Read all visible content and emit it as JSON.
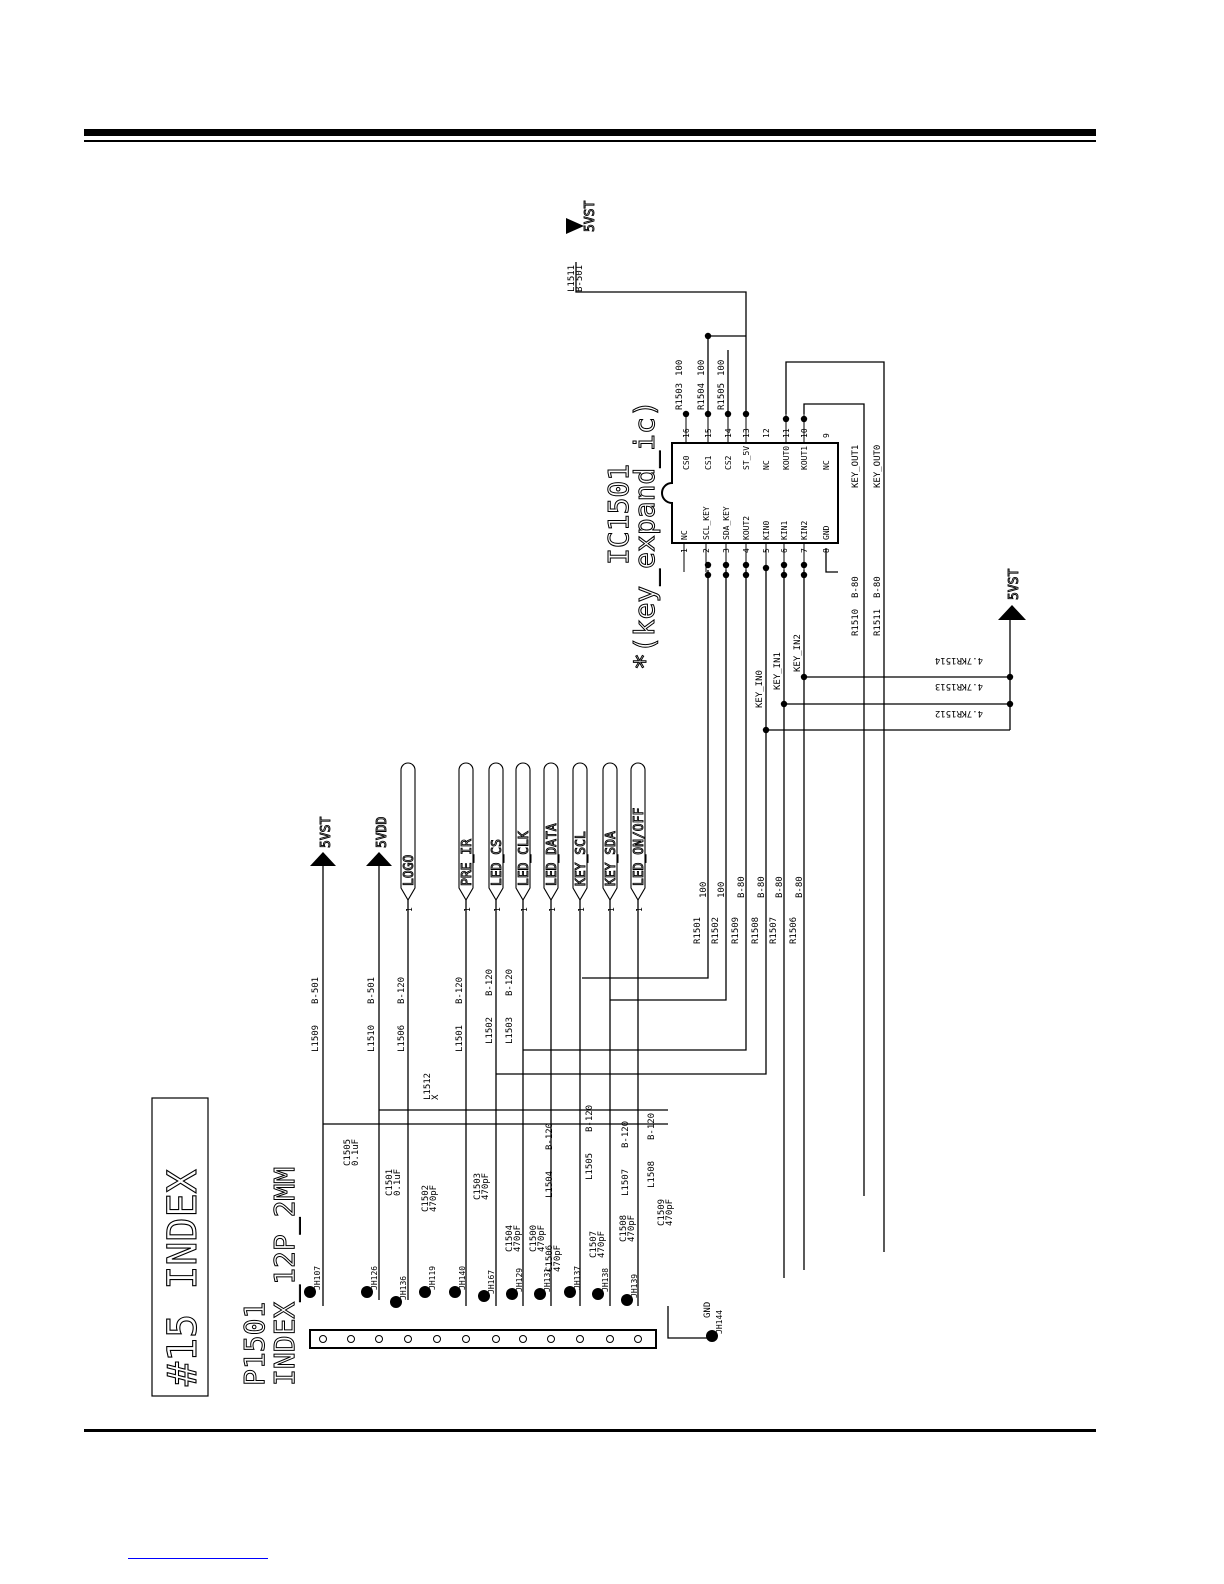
{
  "page": {
    "title": "#15 INDEX",
    "connector": {
      "ref": "P1501",
      "part": "INDEX_12P_2MM"
    },
    "ic": {
      "ref": "IC1501",
      "part": "*(key_expand_ic)"
    }
  },
  "power_labels": {
    "top": "5VST",
    "right": "5VST",
    "left1": "5VST",
    "left2": "5VDD",
    "gnd": "GND"
  },
  "net_labels": [
    "LOGO",
    "PRE_IR",
    "LED_CS",
    "LED_CLK",
    "LED_DATA",
    "KEY_SCL",
    "KEY_SDA",
    "LED_ON/OFF"
  ],
  "net_pin": "1",
  "ic_pins_left": [
    {
      "num": "1",
      "name": "NC"
    },
    {
      "num": "2",
      "name": "SCL_KEY"
    },
    {
      "num": "3",
      "name": "SDA_KEY"
    },
    {
      "num": "4",
      "name": "KOUT2"
    },
    {
      "num": "5",
      "name": "KIN0"
    },
    {
      "num": "6",
      "name": "KIN1"
    },
    {
      "num": "7",
      "name": "KIN2"
    },
    {
      "num": "8",
      "name": "GND"
    }
  ],
  "ic_pins_right": [
    {
      "num": "16",
      "name": "CS0"
    },
    {
      "num": "15",
      "name": "CS1"
    },
    {
      "num": "14",
      "name": "CS2"
    },
    {
      "num": "13",
      "name": "ST_5V"
    },
    {
      "num": "12",
      "name": "NC"
    },
    {
      "num": "11",
      "name": "KOUT0"
    },
    {
      "num": "10",
      "name": "KOUT1"
    },
    {
      "num": "9",
      "name": "NC"
    }
  ],
  "series_resistors": [
    {
      "ref": "R1501",
      "val": "100"
    },
    {
      "ref": "R1502",
      "val": "100"
    },
    {
      "ref": "R1509",
      "val": "B-80"
    },
    {
      "ref": "R1508",
      "val": "B-80"
    },
    {
      "ref": "R1507",
      "val": "B-80"
    },
    {
      "ref": "R1506",
      "val": "B-80"
    }
  ],
  "cs_resistors": [
    {
      "ref": "R1503",
      "val": "100"
    },
    {
      "ref": "R1504",
      "val": "100"
    },
    {
      "ref": "R1505",
      "val": "100"
    }
  ],
  "kout_resistors": [
    {
      "ref": "R1510",
      "val": "B-80"
    },
    {
      "ref": "R1511",
      "val": "B-80"
    }
  ],
  "kout_nets": [
    "KEY_OUT1",
    "KEY_OUT0"
  ],
  "key_in_nets": [
    "KEY_IN0",
    "KEY_IN1",
    "KEY_IN2"
  ],
  "pullups": [
    {
      "ref": "R1514",
      "val": "4.7K"
    },
    {
      "ref": "R1513",
      "val": "4.7K"
    },
    {
      "ref": "R1512",
      "val": "4.7K"
    }
  ],
  "ferrites": [
    {
      "ref": "L1509",
      "val": "B-501"
    },
    {
      "ref": "L1510",
      "val": "B-501"
    },
    {
      "ref": "L1506",
      "val": "B-120"
    },
    {
      "ref": "L1501",
      "val": "B-120"
    },
    {
      "ref": "L1502",
      "val": "B-120"
    },
    {
      "ref": "L1503",
      "val": "B-120"
    },
    {
      "ref": "L1504",
      "val": "B-120"
    },
    {
      "ref": "L1505",
      "val": "B-120"
    },
    {
      "ref": "L1507",
      "val": "B-120"
    },
    {
      "ref": "L1508",
      "val": "B-120"
    },
    {
      "ref": "L1511",
      "val": "B-501"
    },
    {
      "ref": "L1512",
      "val": "X"
    }
  ],
  "capacitors": [
    {
      "ref": "C1505",
      "val": "0.1uF"
    },
    {
      "ref": "C1501",
      "val": "0.1uF"
    },
    {
      "ref": "C1502",
      "val": "470pF"
    },
    {
      "ref": "C1503",
      "val": "470pF"
    },
    {
      "ref": "C1504",
      "val": "470pF"
    },
    {
      "ref": "C1500",
      "val": "470pF"
    },
    {
      "ref": "C1506",
      "val": "470pF"
    },
    {
      "ref": "C1507",
      "val": "470pF"
    },
    {
      "ref": "C1508",
      "val": "470pF"
    },
    {
      "ref": "C1509",
      "val": "470pF"
    }
  ],
  "jumpers": [
    "JH107",
    "JH126",
    "JH136",
    "JH119",
    "JH140",
    "JH167",
    "JH129",
    "JH131",
    "JH137",
    "JH138",
    "JH139",
    "JH144"
  ]
}
